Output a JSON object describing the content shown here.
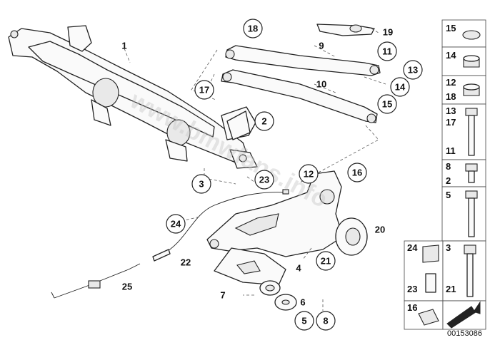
{
  "diagram": {
    "callouts": [
      {
        "id": "c1",
        "text": "1"
      },
      {
        "id": "c2",
        "text": "2"
      },
      {
        "id": "c3",
        "text": "3"
      },
      {
        "id": "c4",
        "text": "4"
      },
      {
        "id": "c5",
        "text": "5"
      },
      {
        "id": "c6",
        "text": "6"
      },
      {
        "id": "c7",
        "text": "7"
      },
      {
        "id": "c8",
        "text": "8"
      },
      {
        "id": "c9",
        "text": "9"
      },
      {
        "id": "c10",
        "text": "10"
      },
      {
        "id": "c11",
        "text": "11"
      },
      {
        "id": "c12",
        "text": "12"
      },
      {
        "id": "c13",
        "text": "13"
      },
      {
        "id": "c14",
        "text": "14"
      },
      {
        "id": "c15",
        "text": "15"
      },
      {
        "id": "c16",
        "text": "16"
      },
      {
        "id": "c17",
        "text": "17"
      },
      {
        "id": "c18",
        "text": "18"
      },
      {
        "id": "c19",
        "text": "19"
      },
      {
        "id": "c20",
        "text": "20"
      },
      {
        "id": "c21",
        "text": "21"
      },
      {
        "id": "c22",
        "text": "22"
      },
      {
        "id": "c23",
        "text": "23"
      },
      {
        "id": "c24",
        "text": "24"
      },
      {
        "id": "c25",
        "text": "25"
      }
    ],
    "sidebar": [
      {
        "labels": [
          "15"
        ]
      },
      {
        "labels": [
          "14"
        ]
      },
      {
        "labels": [
          "12",
          "18"
        ]
      },
      {
        "labels": [
          "13",
          "17",
          "11"
        ]
      },
      {
        "labels": [
          "8",
          "2"
        ]
      },
      {
        "labels": [
          "5"
        ]
      }
    ],
    "bottom_panels": [
      {
        "labels": [
          "24",
          "23"
        ]
      },
      {
        "labels": [
          "3",
          "21"
        ]
      },
      {
        "labels": [
          "16"
        ]
      }
    ],
    "watermark": "www.bmwfans.info",
    "diagram_code": "00153086"
  }
}
